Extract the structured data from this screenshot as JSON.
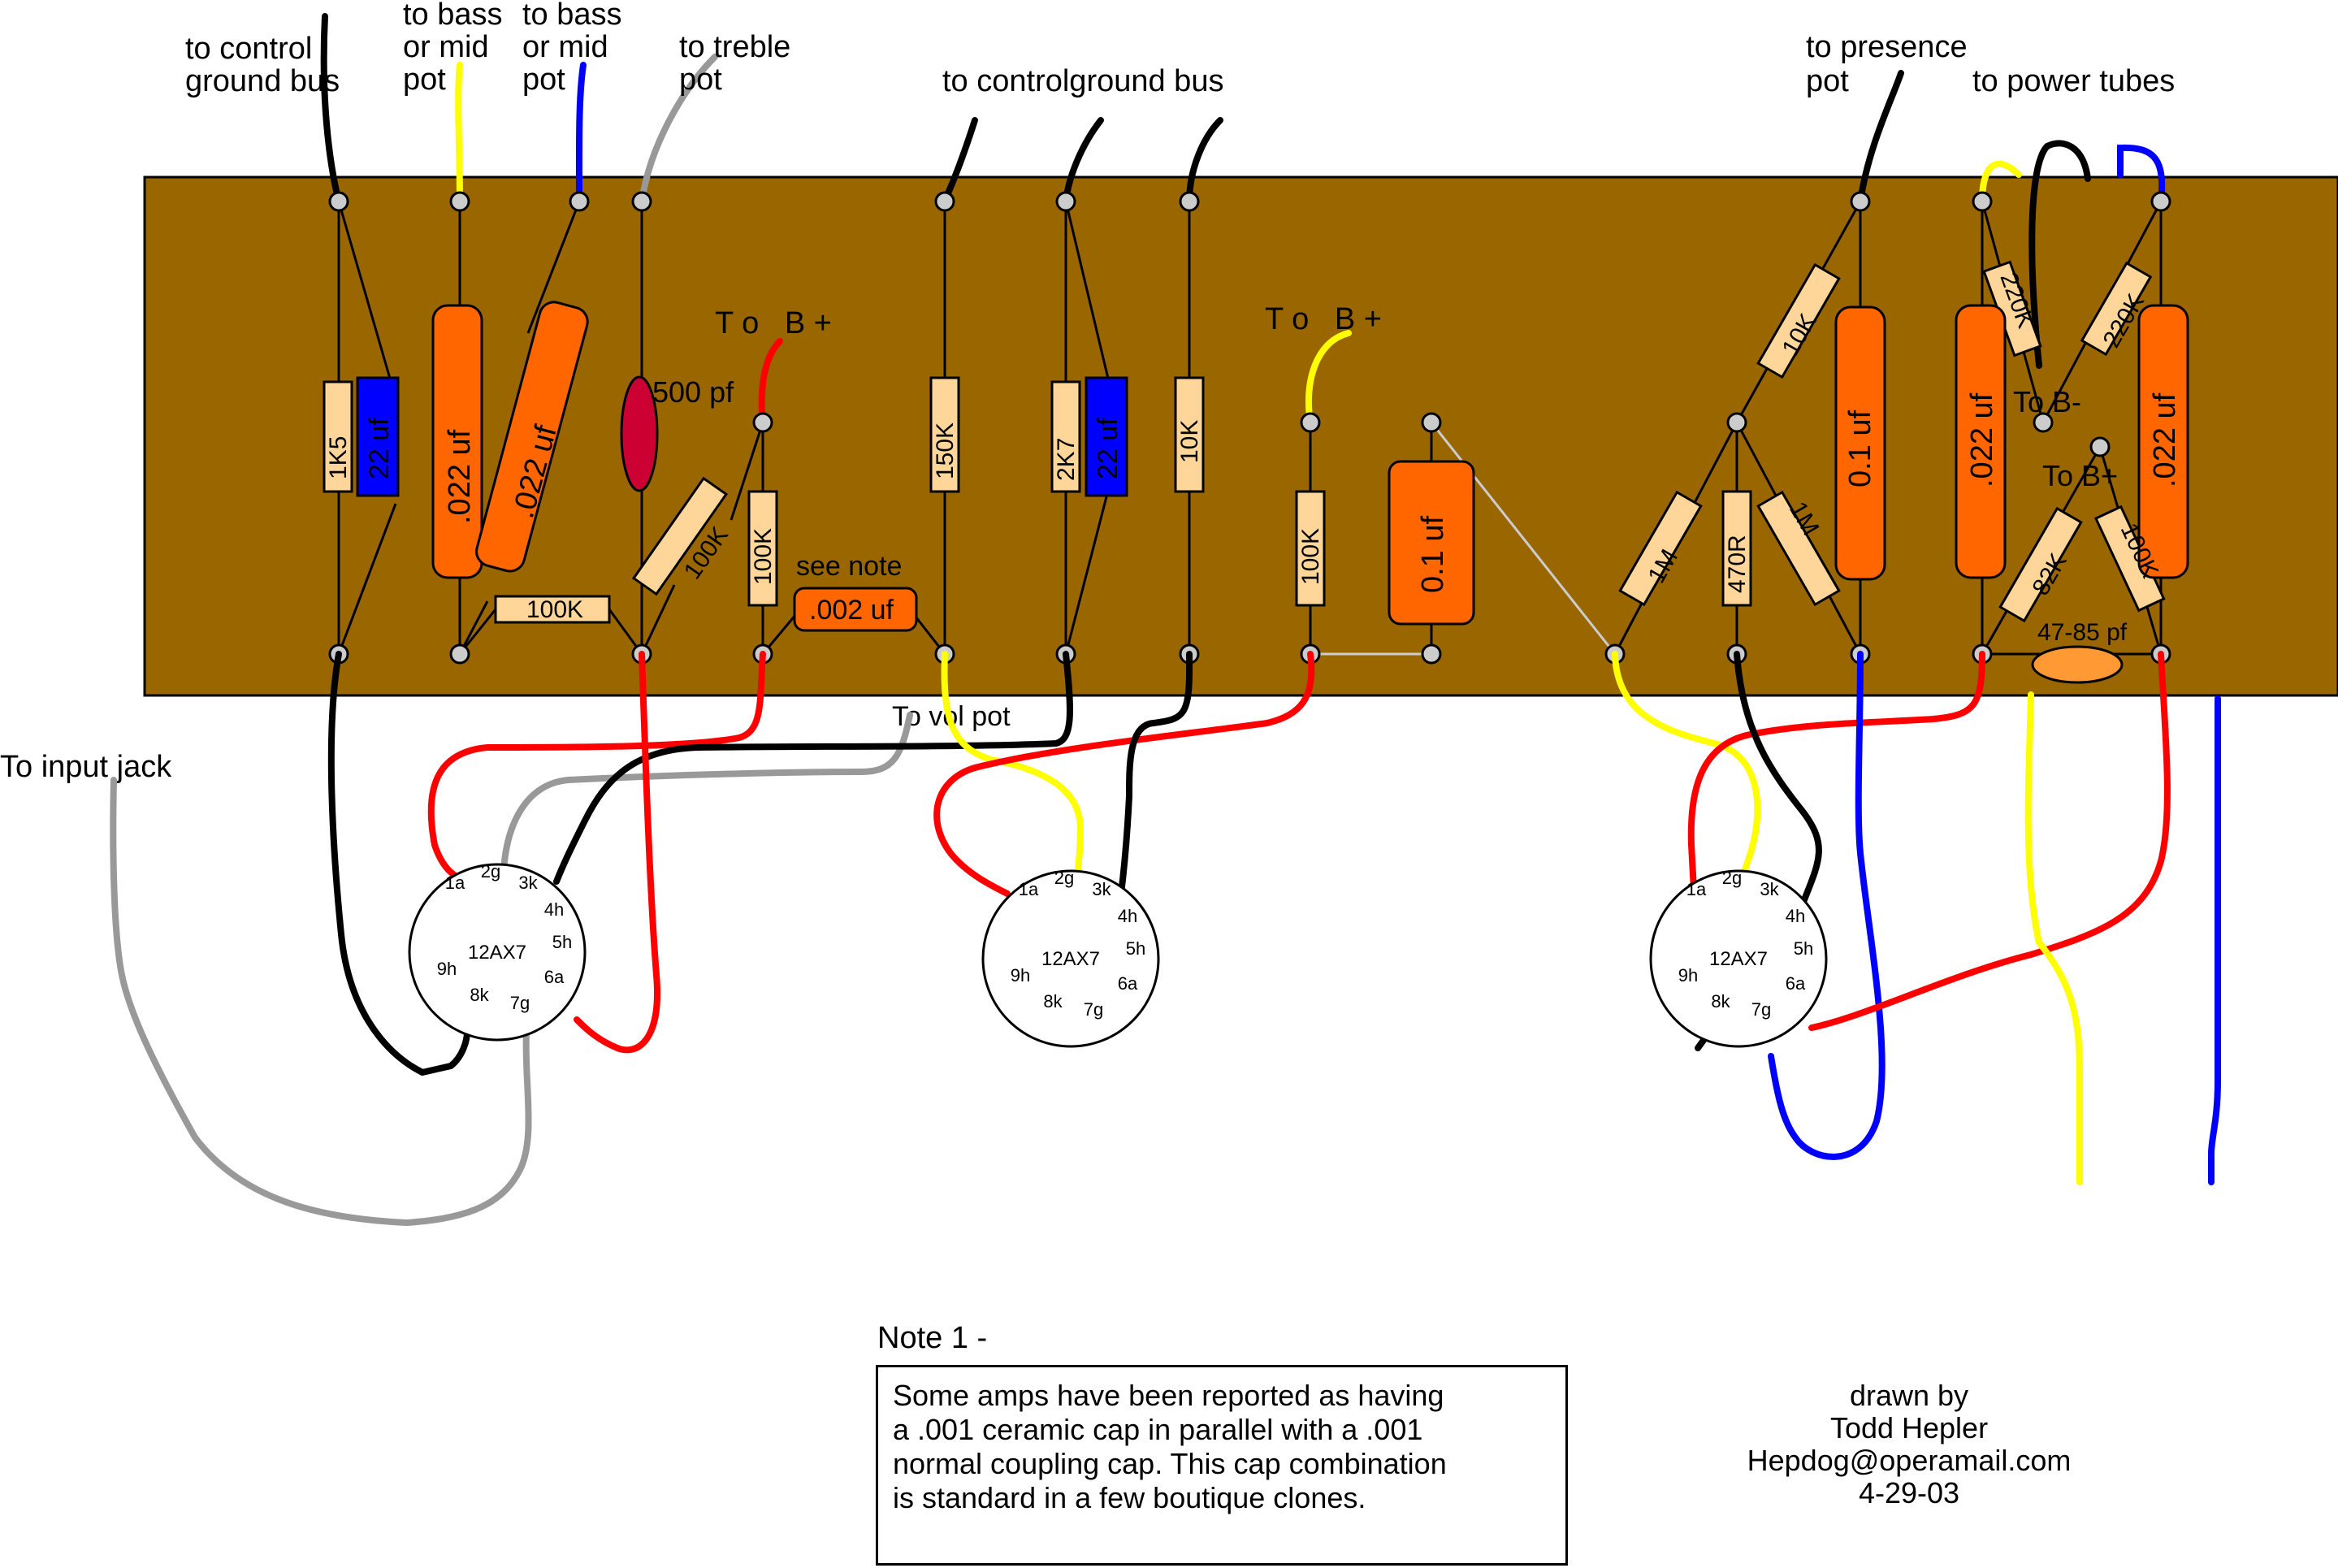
{
  "colors": {
    "board": "#996600",
    "resistor": "#ffd699",
    "cap_orange": "#ff6600",
    "cap_blue": "#0000ff",
    "cap_red": "#cc0033",
    "cap_lightorange": "#ff9933",
    "wire_black": "#000000",
    "wire_red": "#ff0000",
    "wire_yellow": "#ffff00",
    "wire_blue": "#0000ff",
    "wire_gray": "#999999"
  },
  "labels": {
    "to_control_ground_bus_1": "to control",
    "to_control_ground_bus_2": "ground bus",
    "to_bass_mid_1a": "to bass",
    "to_bass_mid_1b": "or mid",
    "to_bass_mid_1c": "pot",
    "to_bass_mid_2a": "to bass",
    "to_bass_mid_2b": "or mid",
    "to_bass_mid_2c": "pot",
    "to_treble_a": "to treble",
    "to_treble_b": "pot",
    "to_control_ground_bus_mid": "to controlground bus",
    "to_presence_a": "to presence",
    "to_presence_b": "pot",
    "to_power_tubes": "to power tubes",
    "to_b_plus_1": "T o   B +",
    "to_b_plus_2": "T o   B +",
    "to_b_minus": "To B-",
    "to_b_plus_3": "To B+",
    "to_input_jack": "To input jack",
    "to_vol_pot": "To vol pot",
    "see_note": "see note",
    "pf_500": "500 pf",
    "pf_47_85": "47-85 pf"
  },
  "components": {
    "r_1k5": "1K5",
    "c_22uf_1": "22 uf",
    "c_022_1": ".022 uf",
    "c_022_2": ".022 uf",
    "r_100k_h": "100K",
    "r_100k_d": "100K",
    "r_100k_v": "100K",
    "c_002": ".002 uf",
    "r_150k": "150K",
    "r_2k7": "2K7",
    "c_22uf_2": "22 uf",
    "r_10k_1": "10K",
    "r_100k_v2": "100K",
    "c_01_1": "0.1 uf",
    "r_10k_2": "10K",
    "r_1m_1": "1M",
    "r_470r": "470R",
    "r_1m_2": "1M",
    "c_01_2": "0.1 uf",
    "r_220k_1": "220K",
    "r_220k_2": "220K",
    "c_022_3": ".022 uf",
    "c_022_4": ".022 uf",
    "r_82k": "82K",
    "r_100k_last": "100K"
  },
  "tubes": [
    {
      "type": "12AX7",
      "pins": [
        "1a",
        "2g",
        "3k",
        "4h",
        "5h",
        "6a",
        "7g",
        "8k",
        "9h"
      ]
    },
    {
      "type": "12AX7",
      "pins": [
        "1a",
        "2g",
        "3k",
        "4h",
        "5h",
        "6a",
        "7g",
        "8k",
        "9h"
      ]
    },
    {
      "type": "12AX7",
      "pins": [
        "1a",
        "2g",
        "3k",
        "4h",
        "5h",
        "6a",
        "7g",
        "8k",
        "9h"
      ]
    }
  ],
  "note": {
    "title": "Note 1 -",
    "lines": [
      "Some amps have been reported as having",
      "a .001 ceramic cap in  parallel with a .001",
      "normal coupling cap. This cap combination",
      "is standard in a few boutique clones."
    ]
  },
  "credit": {
    "line1": "drawn by",
    "line2": "Todd Hepler",
    "line3": "Hepdog@operamail.com",
    "line4": "4-29-03"
  }
}
